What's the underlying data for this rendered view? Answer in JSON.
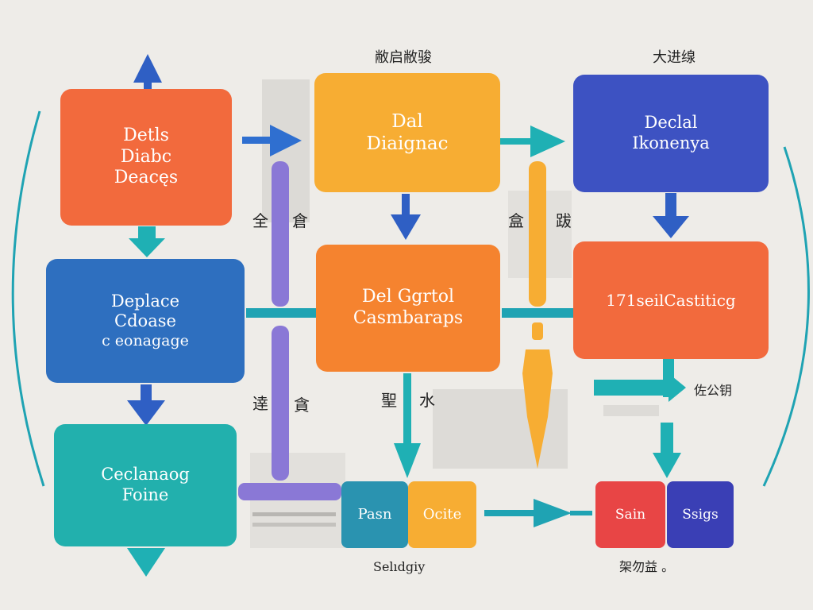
{
  "colors": {
    "background": "#eeece8",
    "red_orange": "#f26a3d",
    "orange": "#f5832f",
    "yellow": "#f7ad33",
    "blue": "#3d52c2",
    "mid_blue": "#2e6fbf",
    "teal": "#20b0b4",
    "teal_dark": "#1fa3b3",
    "purple": "#8a78d6",
    "red": "#e84545",
    "navy": "#3a3fb5"
  },
  "boxes": {
    "top_left": [
      "Detls",
      "Diabc",
      "Deacęs"
    ],
    "top_mid": [
      "Dal",
      "Diaignac"
    ],
    "top_right": [
      "Declal",
      "Ikonenya"
    ],
    "mid_left": [
      "Deplace",
      "Cdoase",
      "c eonagage"
    ],
    "mid_center": [
      "Del Ggrtol",
      "Casmbaraps"
    ],
    "mid_right": "171seilCastiticg",
    "bottom_left": [
      "Ceclanaog",
      "Foine"
    ],
    "bottom_pasn": "Pasn",
    "bottom_ocite": "Ocite",
    "bottom_sain": "Sain",
    "bottom_ssigs": "Ssigs"
  },
  "labels": {
    "top_mid": "敝启敝骏",
    "top_right": "大进缐",
    "mid_a": "全",
    "mid_b": "倉",
    "mid_c": "盒",
    "mid_d": "跋",
    "low_a": "逹",
    "low_b": "貪",
    "low_c": "聖",
    "low_d": "水",
    "right_small": "佐公钥",
    "bottom_center": "Selıdgiy",
    "bottom_right": "架勿益 。"
  }
}
